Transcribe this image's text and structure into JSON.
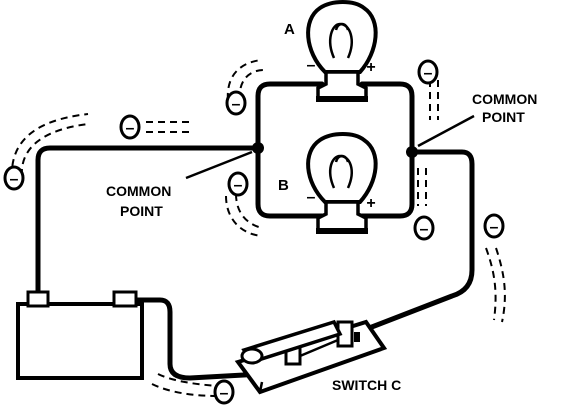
{
  "labels": {
    "bulb_a": "A",
    "bulb_b": "B",
    "common_point_left_line1": "COMMON",
    "common_point_left_line2": "POINT",
    "common_point_right_line1": "COMMON",
    "common_point_right_line2": "POINT",
    "switch": "SWITCH C"
  },
  "polarity": {
    "minus": "–",
    "plus": "+"
  },
  "electron_marker": "–"
}
